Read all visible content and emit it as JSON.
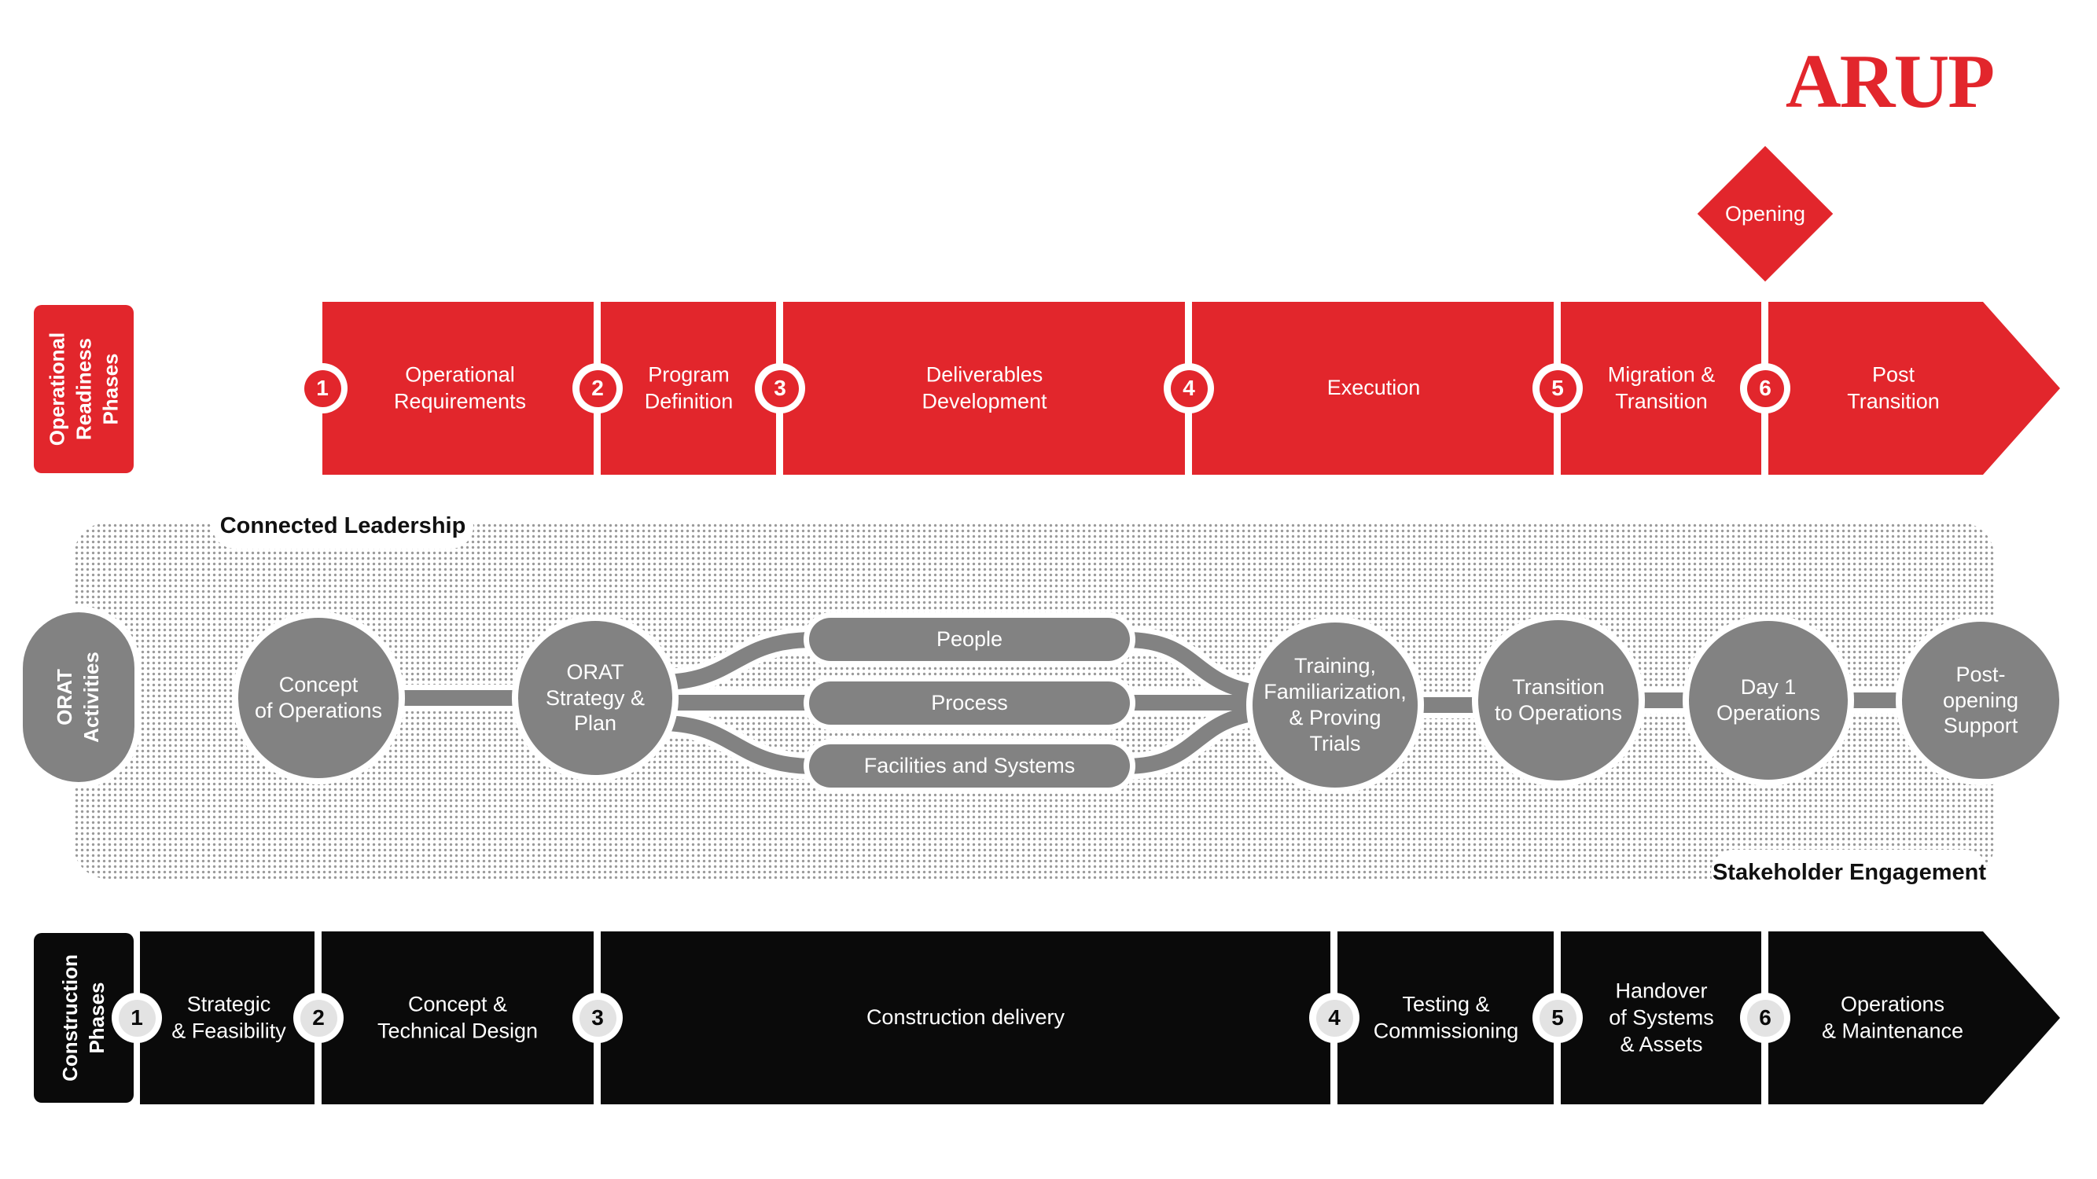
{
  "logo": {
    "text": "ARUP"
  },
  "milestone": {
    "label": "Opening"
  },
  "readiness_band": {
    "side_label": "Operational\nReadiness\nPhases",
    "phases": [
      {
        "num": "1",
        "label": "Operational\nRequirements"
      },
      {
        "num": "2",
        "label": "Program\nDefinition"
      },
      {
        "num": "3",
        "label": "Deliverables\nDevelopment"
      },
      {
        "num": "4",
        "label": "Execution"
      },
      {
        "num": "5",
        "label": "Migration &\nTransition"
      },
      {
        "num": "6",
        "label": "Post\nTransition"
      }
    ]
  },
  "orat_section": {
    "side_label": "ORAT\nActivities",
    "top_tab": "Connected Leadership",
    "bottom_tab": "Stakeholder Engagement",
    "nodes": [
      {
        "label": "Concept\nof Operations"
      },
      {
        "label": "ORAT\nStrategy &\nPlan"
      },
      {
        "label": "Training,\nFamiliarization,\n& Proving\nTrials"
      },
      {
        "label": "Transition\nto Operations"
      },
      {
        "label": "Day 1\nOperations"
      },
      {
        "label": "Post-\nopening\nSupport"
      }
    ],
    "pills": [
      {
        "label": "People"
      },
      {
        "label": "Process"
      },
      {
        "label": "Facilities and Systems"
      }
    ]
  },
  "construction_band": {
    "side_label": "Construction\nPhases",
    "phases": [
      {
        "num": "1",
        "label": "Strategic\n& Feasibility"
      },
      {
        "num": "2",
        "label": "Concept &\nTechnical Design"
      },
      {
        "num": "3",
        "label": "Construction delivery"
      },
      {
        "num": "4",
        "label": "Testing &\nCommissioning"
      },
      {
        "num": "5",
        "label": "Handover\nof Systems\n& Assets"
      },
      {
        "num": "6",
        "label": "Operations\n& Maintenance"
      }
    ]
  },
  "colors": {
    "red": "#e2262c",
    "gray": "#828282",
    "band-black": "#0a0a0a",
    "badge-light": "#e3e3e3",
    "dot": "#9a9a9a",
    "tab-text": "#111111"
  }
}
